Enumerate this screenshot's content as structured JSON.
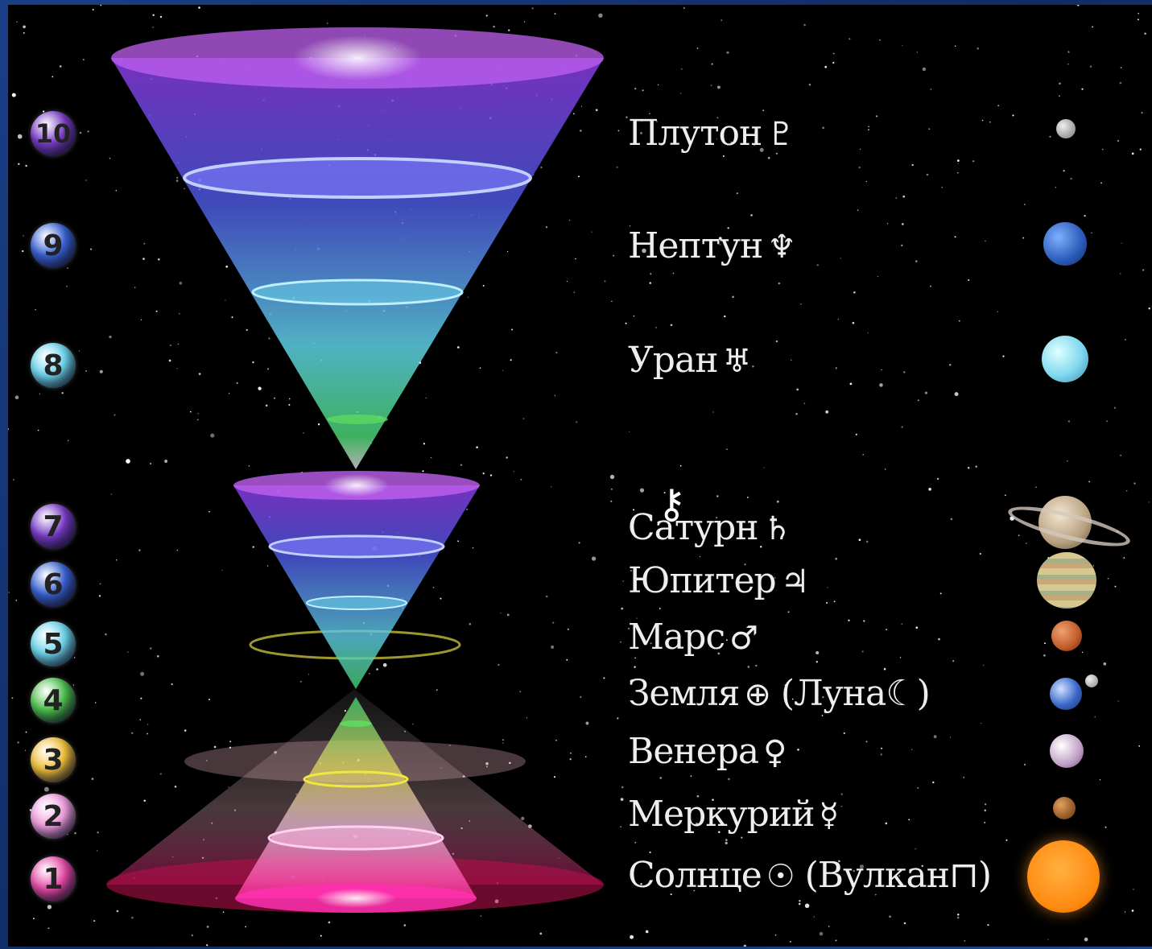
{
  "levels": [
    {
      "num": "10",
      "color": "#7a3cc8"
    },
    {
      "num": "9",
      "color": "#3a64d8"
    },
    {
      "num": "8",
      "color": "#6fd8f0"
    },
    {
      "num": "7",
      "color": "#7a3cc8"
    },
    {
      "num": "6",
      "color": "#3a64d8"
    },
    {
      "num": "5",
      "color": "#6fd8f0"
    },
    {
      "num": "4",
      "color": "#4cc24c"
    },
    {
      "num": "3",
      "color": "#f3c23a"
    },
    {
      "num": "2",
      "color": "#f2a0e0"
    },
    {
      "num": "1",
      "color": "#e84ca8"
    }
  ],
  "planets": [
    {
      "name": "Плутон",
      "symbol": "♇"
    },
    {
      "name": "Нептун",
      "symbol": "♆"
    },
    {
      "name": "Уран",
      "symbol": "♅"
    },
    {
      "name": "Сатурн",
      "symbol": "♄"
    },
    {
      "name": "Юпитер",
      "symbol": "♃"
    },
    {
      "name": "Марс",
      "symbol": "♂"
    },
    {
      "name": "Земля",
      "symbol": "⊕",
      "extra": "(Луна☾)"
    },
    {
      "name": "Венера",
      "symbol": "♀"
    },
    {
      "name": "Меркурий",
      "symbol": "☿"
    },
    {
      "name": "Солнце",
      "symbol": "☉",
      "extra": "(Вулкан⊓)"
    }
  ],
  "chiron_symbol": "⚷",
  "icons": {
    "pluto": "pluto-planet-icon",
    "neptune": "neptune-planet-icon",
    "uranus": "uranus-planet-icon",
    "saturn": "saturn-planet-icon",
    "jupiter": "jupiter-planet-icon",
    "mars": "mars-planet-icon",
    "earth": "earth-planet-icon",
    "venus": "venus-planet-icon",
    "mercury": "mercury-planet-icon",
    "sun": "sun-icon"
  }
}
